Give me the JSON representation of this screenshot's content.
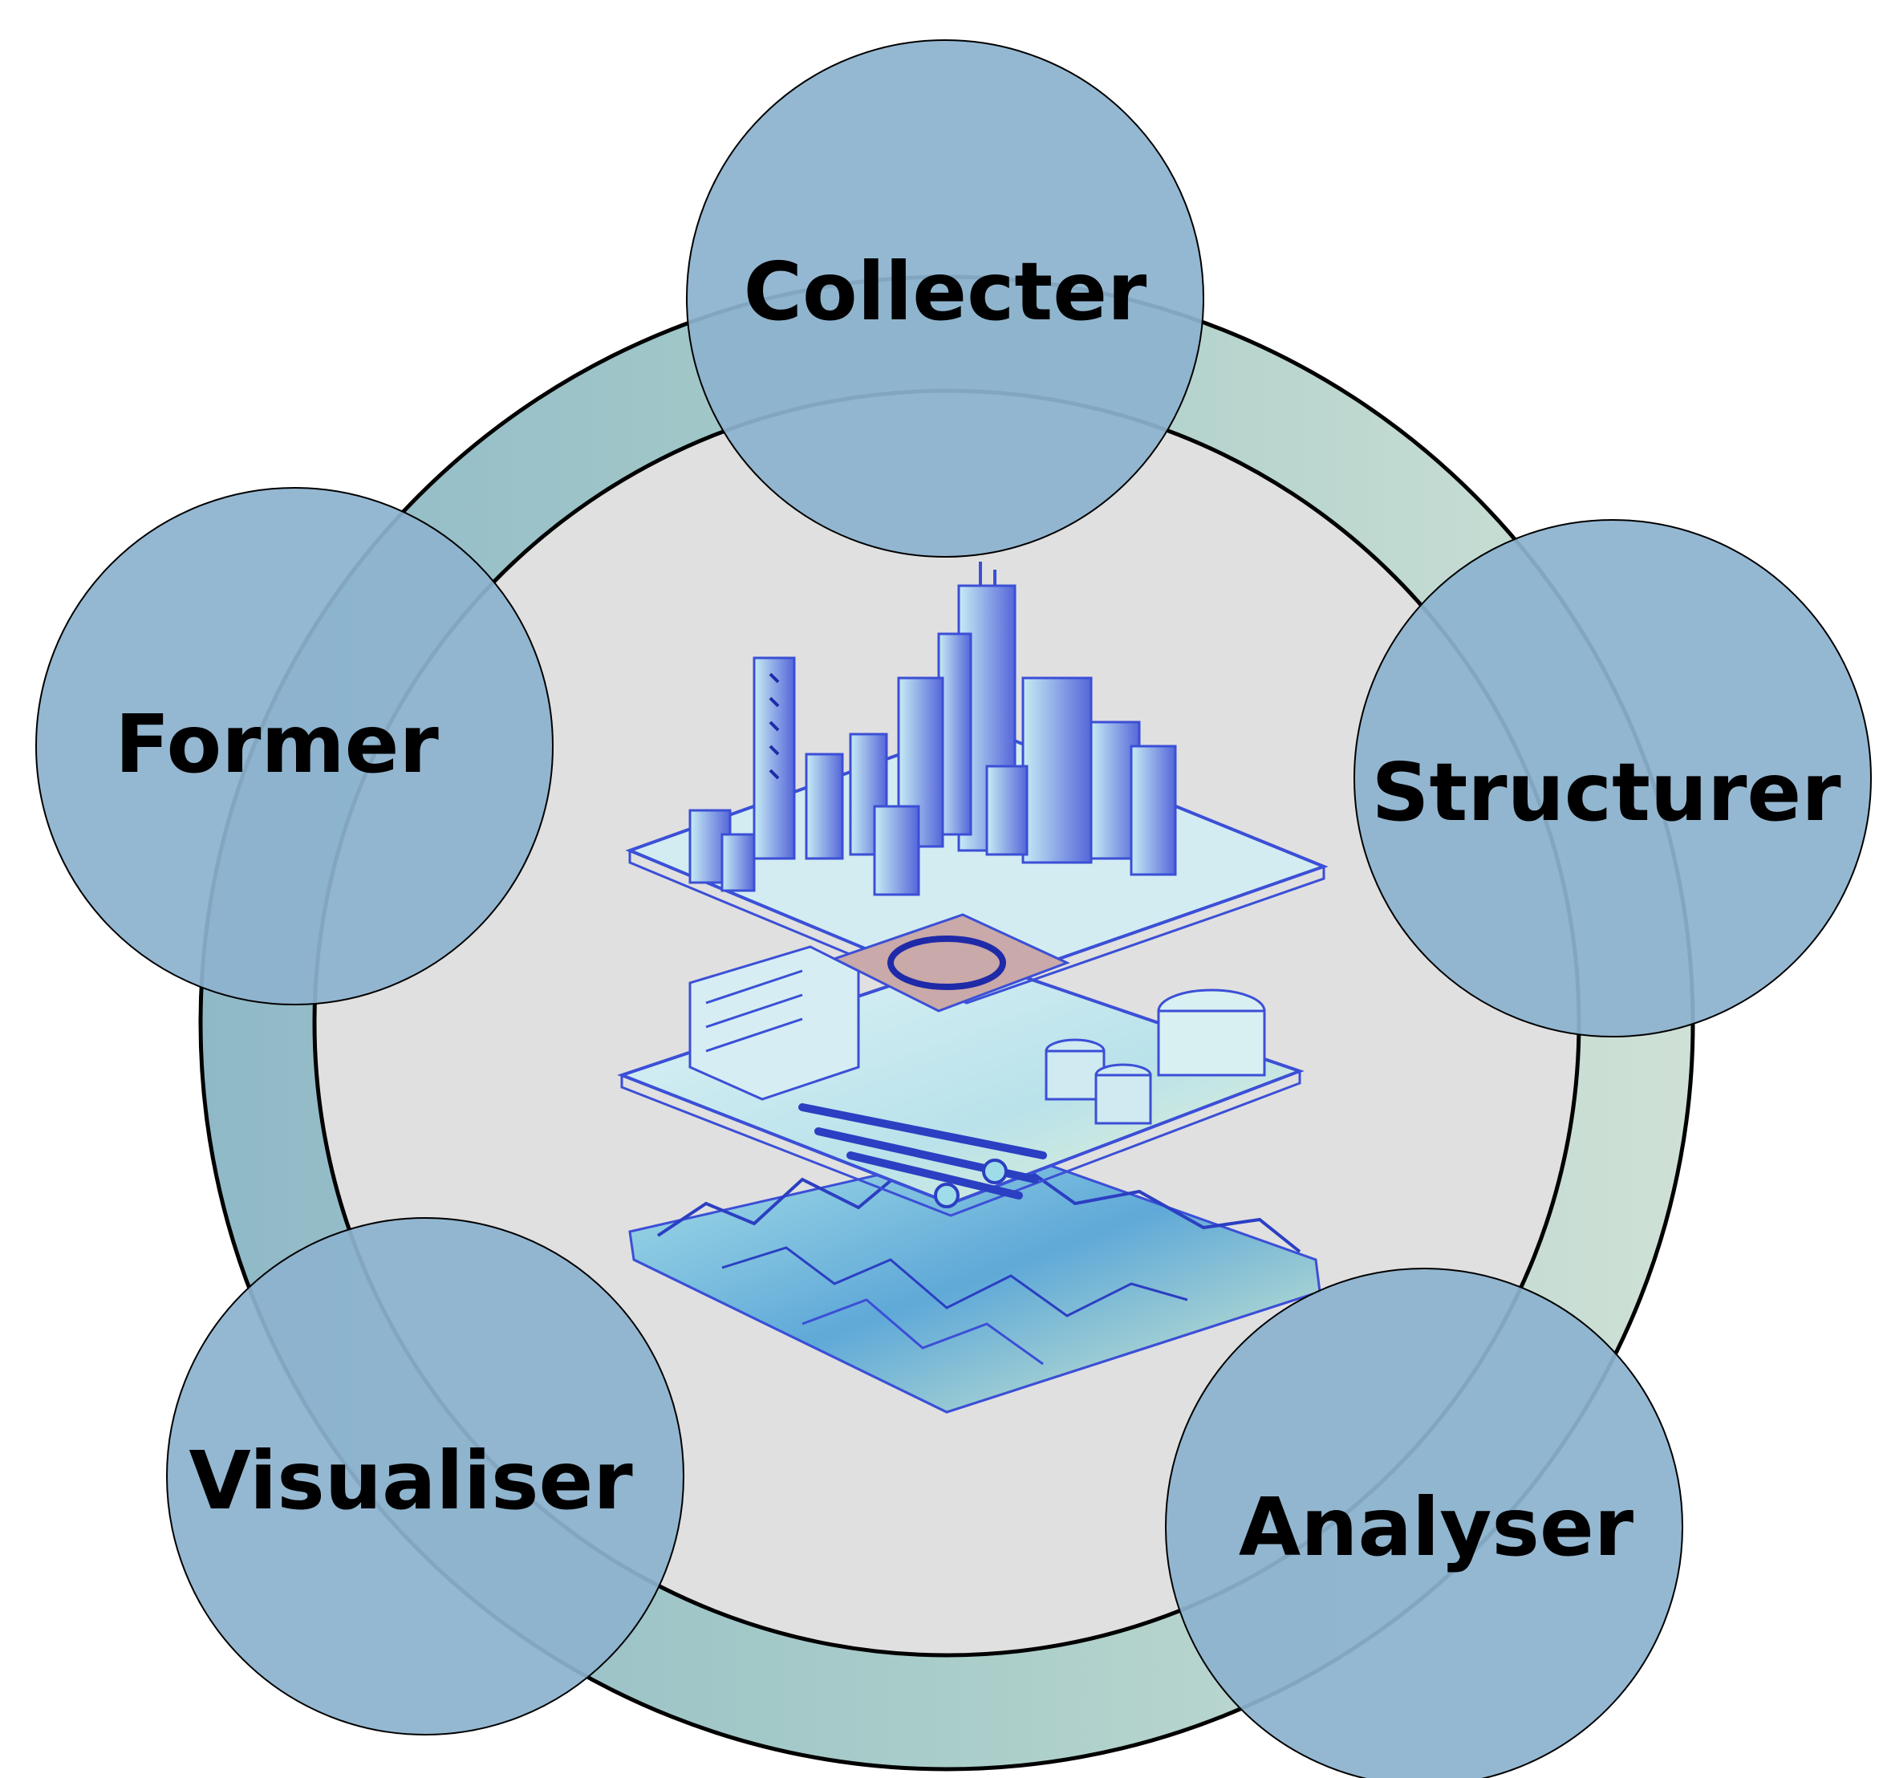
{
  "nodes": [
    {
      "id": "collecter",
      "label": "Collecter"
    },
    {
      "id": "structurer",
      "label": "Structurer"
    },
    {
      "id": "analyser",
      "label": "Analyser"
    },
    {
      "id": "visualiser",
      "label": "Visualiser"
    },
    {
      "id": "former",
      "label": "Former"
    }
  ],
  "colors": {
    "node_fill": "#8db3cf",
    "ring_fill": "#a9cbcc",
    "inner_fill": "#e0e0e0",
    "stroke": "#000000",
    "illustration_primary": "#3b4fd6",
    "illustration_secondary": "#9fdcea"
  },
  "illustration": {
    "icon": "isometric-smart-city-layers-illustration"
  }
}
